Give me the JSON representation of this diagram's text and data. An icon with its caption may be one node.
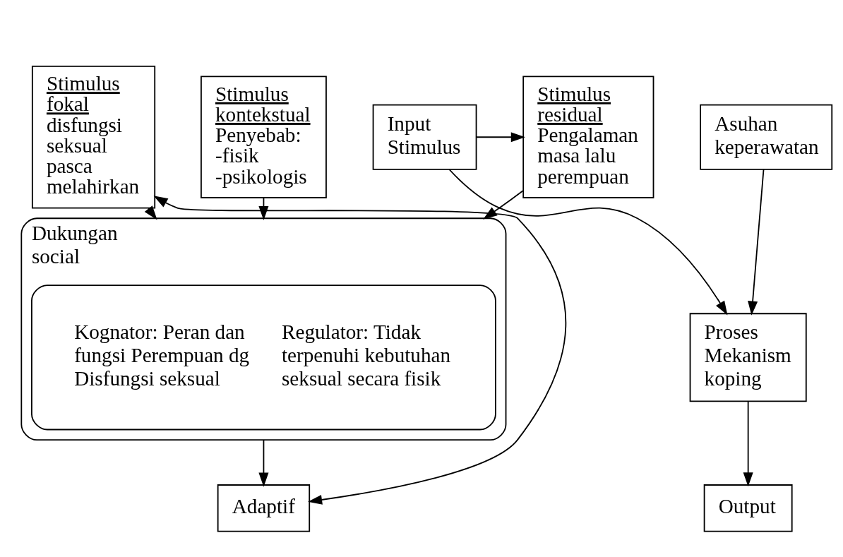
{
  "diagram": {
    "nodes": [
      {
        "text": [
          "Stimulus fokal",
          "disfungsi seksual pasca melahirkan"
        ]
      },
      {
        "text": [
          "Stimulus kontekstual",
          "Penyebab: -fisik -psikologis"
        ]
      },
      {
        "text": [
          "Stimulus residual",
          "Pengalaman masa lalu perempuan"
        ]
      },
      {
        "text": [
          "Input Stimulus"
        ]
      },
      {
        "text": [
          "Dukungan social"
        ]
      },
      {
        "text": [
          "Kognator: Peran dan fungsi Perempuan dg Disfungsi seksual",
          "Regulator: Tidak terpenuhi kebutuhan seksual secara fisik"
        ],
        "in": 4
      },
      {
        "text": [
          "Proses Mekanism koping"
        ]
      },
      {
        "text": [
          "Asuhan keperawatan"
        ]
      },
      {
        "text": [
          "Adaptif"
        ]
      },
      {
        "text": [
          "Output"
        ]
      }
    ],
    "edges": [
      {
        "from": 3,
        "to": 2,
        "arrow": "to"
      },
      {
        "from": 0,
        "to": 4,
        "arrow": "to"
      },
      {
        "from": 1,
        "to": 4,
        "arrow": "to"
      },
      {
        "from": 2,
        "to": 4,
        "arrow": "to"
      },
      {
        "from": 3,
        "to": 6,
        "arrow": "to"
      },
      {
        "from": 7,
        "to": 6,
        "arrow": "to"
      },
      {
        "from": 4,
        "to": 8,
        "arrow": "to"
      },
      {
        "from": 6,
        "to": 9,
        "arrow": "to"
      },
      {
        "from": 8,
        "to": 0,
        "arrow": "both"
      }
    ]
  }
}
